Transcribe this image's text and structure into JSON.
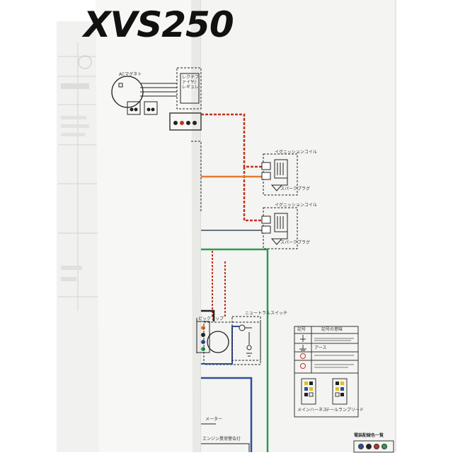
{
  "manual": {
    "title": "XVS250"
  },
  "diagram": {
    "labels": {
      "magneto": "ACマグネト",
      "rectifier": "レクチファイヤ/レギュレ",
      "ignition_coil_1": "イグニッションコイル",
      "spark_plug_1": "スパークプラグ",
      "ignition_coil_2": "イグニッションコイル",
      "spark_plug_2": "スパークプラグ",
      "pickup": "ピックアップ",
      "neutral_switch": "ニュートラルスイッチ",
      "meter": "メーター",
      "engine_warning": "エンジン異常警告灯",
      "main_harness": "メインハーネス",
      "tail_lead": "テールランプリード",
      "wire_color_list": "電装配線色一覧"
    },
    "legend": {
      "col_symbol": "記号",
      "col_meaning": "記号の意味",
      "row_ground": "アース"
    }
  },
  "colors": {
    "page_bg": "#f4f4f2",
    "wire_red": "#c0341f",
    "wire_orange": "#e47b2c",
    "wire_green": "#2f9a52",
    "wire_blue": "#2d4f9a",
    "wire_dark": "#222222",
    "wire_gray": "#6b7480"
  }
}
